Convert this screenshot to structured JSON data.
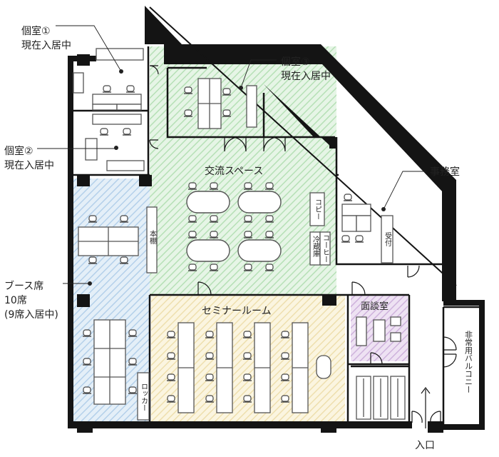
{
  "colors": {
    "wall": "#141414",
    "exchange_zone": "#c9ebc9",
    "booth_zone": "#c6def0",
    "seminar_zone": "#f4ebc8",
    "interview_zone": "#dcc4e6",
    "furniture": "#555555"
  },
  "labels": {
    "private1_name": "個室①",
    "private1_status": "現在入居中",
    "private2_name": "個室②",
    "private2_status": "現在入居中",
    "private3_name": "個室③",
    "private3_status": "現在入居中",
    "exchange_space": "交流スペース",
    "office": "事務室",
    "booth_name": "ブース席",
    "booth_count": "10席",
    "booth_status": "(9席入居中)",
    "seminar_room": "セミナールーム",
    "interview_room": "面談室",
    "entrance": "入口",
    "copy": "コピー",
    "coffee": "コーヒー",
    "fridge": "冷蔵庫",
    "bookshelf": "本棚",
    "locker": "ロッカー",
    "reception": "受付",
    "balcony": "非常用バルコニー"
  }
}
